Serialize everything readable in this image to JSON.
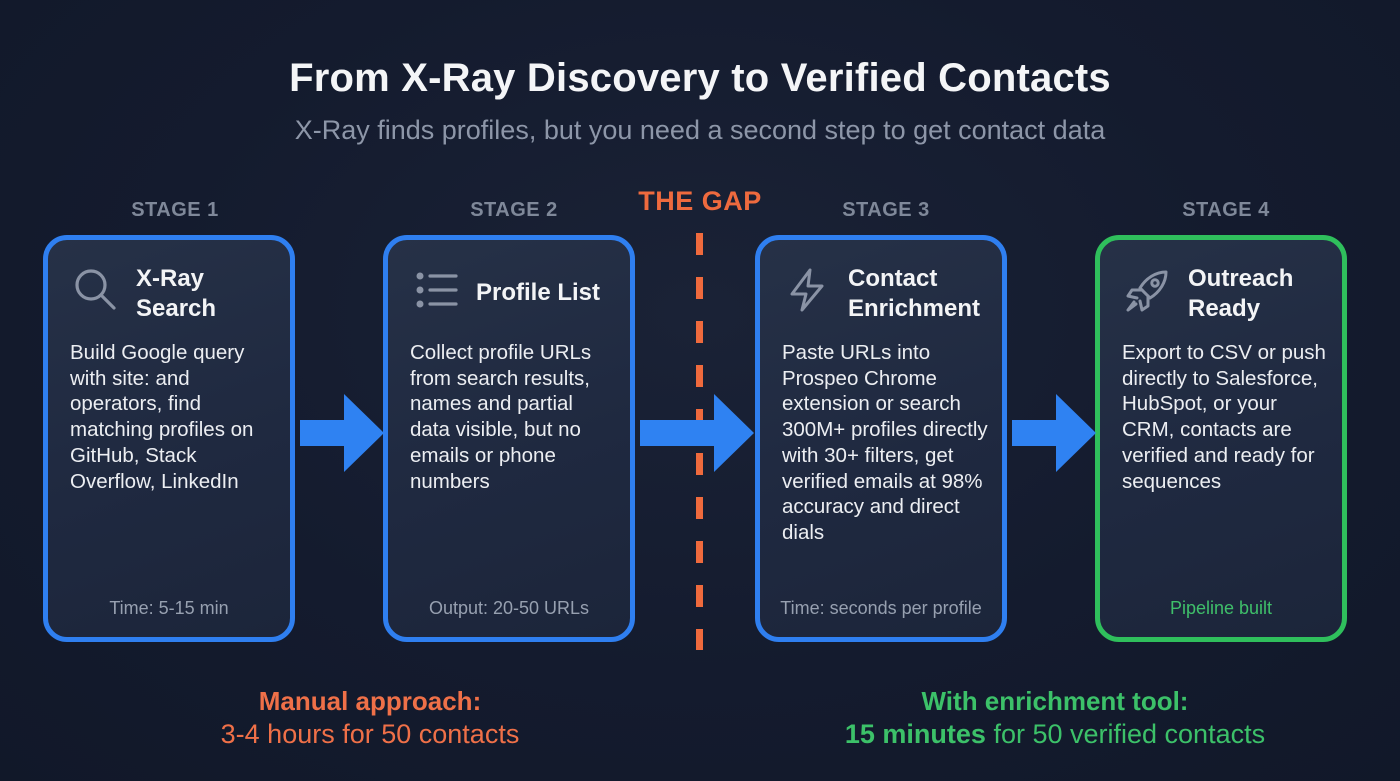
{
  "header": {
    "title": "From X-Ray Discovery to Verified Contacts",
    "subtitle": "X-Ray finds profiles, but you need a second step to get contact data"
  },
  "gap": {
    "label": "THE GAP",
    "color": "#ef6a3d"
  },
  "stages": [
    {
      "stage_label": "STAGE 1",
      "icon": "search-icon",
      "title": "X-Ray Search",
      "title_lines": [
        "X-Ray",
        "Search"
      ],
      "description": "Build Google query with site: and operators, find matching profiles on GitHub, Stack Overflow, LinkedIn",
      "footer": "Time: 5-15 min",
      "border_color": "#2f7ff0"
    },
    {
      "stage_label": "STAGE 2",
      "icon": "list-icon",
      "title": "Profile List",
      "title_lines": [
        "Profile List"
      ],
      "description": "Collect profile URLs from search results, names and partial data visible, but no emails or phone numbers",
      "footer": "Output: 20-50 URLs",
      "border_color": "#2f7ff0"
    },
    {
      "stage_label": "STAGE 3",
      "icon": "lightning-icon",
      "title": "Contact Enrichment",
      "title_lines": [
        "Contact",
        "Enrichment"
      ],
      "description": "Paste URLs into Prospeo Chrome extension or search 300M+ profiles directly with 30+ filters, get verified emails at 98% accuracy and direct dials",
      "footer": "Time: seconds per profile",
      "border_color": "#2f7ff0"
    },
    {
      "stage_label": "STAGE 4",
      "icon": "rocket-icon",
      "title": "Outreach Ready",
      "title_lines": [
        "Outreach",
        "Ready"
      ],
      "description": "Export to CSV or push directly to Salesforce, HubSpot, or your CRM, contacts are verified and ready for sequences",
      "footer": "Pipeline built",
      "border_color": "#2fbf5c"
    }
  ],
  "summary": {
    "manual": {
      "heading": "Manual approach:",
      "body": "3-4 hours for 50 contacts",
      "color": "#ef7048"
    },
    "enrichment": {
      "heading": "With enrichment tool:",
      "body_bold": "15 minutes",
      "body_rest": " for 50 verified contacts",
      "color": "#3cc169"
    }
  },
  "colors": {
    "background": "#151c2f",
    "card_fill": "#222c42",
    "accent_blue": "#2f7ff0",
    "accent_green": "#2fbf5c",
    "accent_orange": "#ef6a3d"
  }
}
